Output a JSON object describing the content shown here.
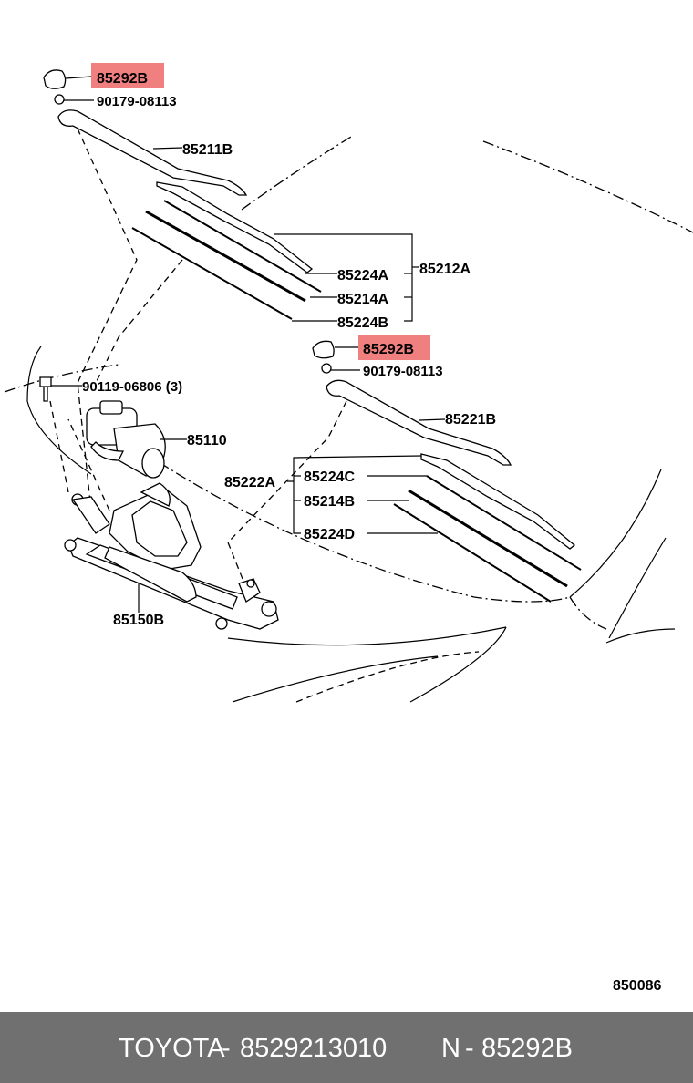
{
  "labels": {
    "cap_left": "85292B",
    "nut_left": "90179-08113",
    "arm_left": "85211B",
    "blade_set_left": "85212A",
    "refill_a1": "85224A",
    "rubber_a": "85214A",
    "refill_b1": "85224B",
    "cap_right": "85292B",
    "nut_right": "90179-08113",
    "bolt": "90119-06806 (3)",
    "arm_right": "85221B",
    "motor": "85110",
    "blade_set_right": "85222A",
    "refill_c": "85224C",
    "rubber_b": "85214B",
    "refill_d": "85224D",
    "link": "85150B",
    "diagram_number": "850086"
  },
  "highlight_color": "#f08080",
  "footer": {
    "brand": "TOYOTA",
    "separator1": "-",
    "part_number": "8529213010",
    "n_prefix": "N",
    "separator2": "-",
    "n_value": "85292B"
  }
}
